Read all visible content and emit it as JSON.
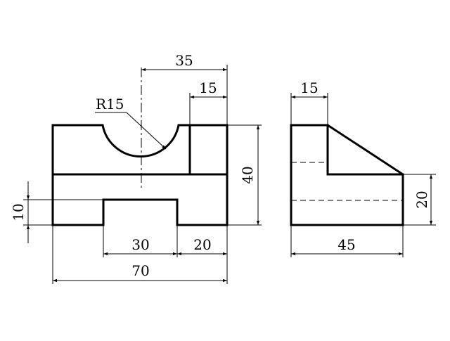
{
  "drawing": {
    "dimensions": {
      "d35": "35",
      "d15_front": "15",
      "r15": "R15",
      "d40": "40",
      "d10": "10",
      "d30": "30",
      "d20_bottom": "20",
      "d70": "70",
      "d15_side": "15",
      "d20_side": "20",
      "d45": "45"
    }
  }
}
